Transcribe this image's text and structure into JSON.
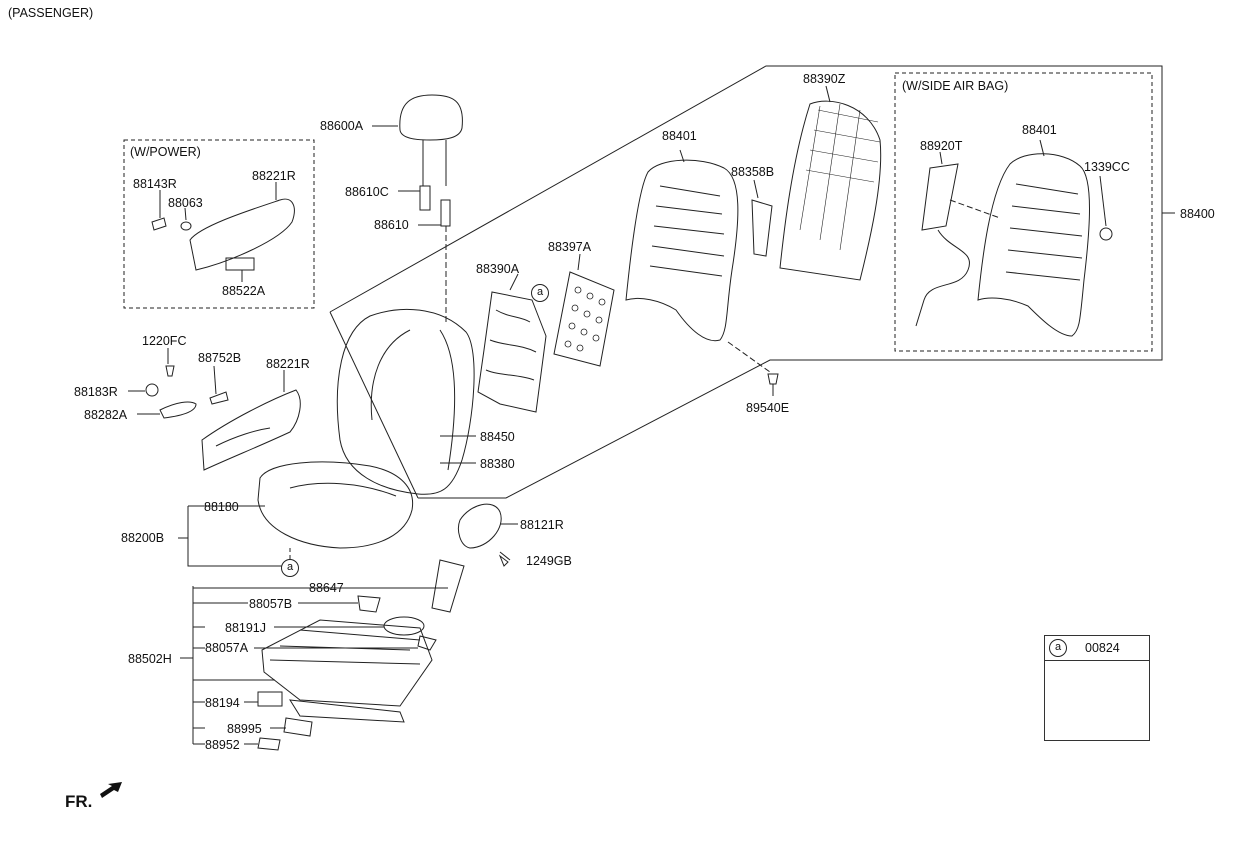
{
  "headers": {
    "passenger": "(PASSENGER)",
    "w_power": "(W/POWER)",
    "w_side_air_bag": "(W/SIDE AIR BAG)"
  },
  "labels": {
    "p88600A": "88600A",
    "p88610C": "88610C",
    "p88610": "88610",
    "p88143R": "88143R",
    "p88063": "88063",
    "p88221R_top": "88221R",
    "p88522A": "88522A",
    "p1220FC": "1220FC",
    "p88752B": "88752B",
    "p88221R": "88221R",
    "p88183R": "88183R",
    "p88282A": "88282A",
    "p88390A": "88390A",
    "p88397A": "88397A",
    "p88401": "88401",
    "p88358B": "88358B",
    "p88390Z": "88390Z",
    "p88920T": "88920T",
    "p88401_b": "88401",
    "p1339CC": "1339CC",
    "p88400": "88400",
    "p89540E": "89540E",
    "p88450": "88450",
    "p88380": "88380",
    "p88180": "88180",
    "p88200B": "88200B",
    "p88121R": "88121R",
    "p1249GB": "1249GB",
    "p88647": "88647",
    "p88057B": "88057B",
    "p88191J": "88191J",
    "p88057A": "88057A",
    "p88502H": "88502H",
    "p88194": "88194",
    "p88995": "88995",
    "p88952": "88952"
  },
  "circle_refs": {
    "a_backrest": "a",
    "a_cushion": "a",
    "a_callout": "a"
  },
  "callout": {
    "part": "00824"
  },
  "front_label": "FR."
}
